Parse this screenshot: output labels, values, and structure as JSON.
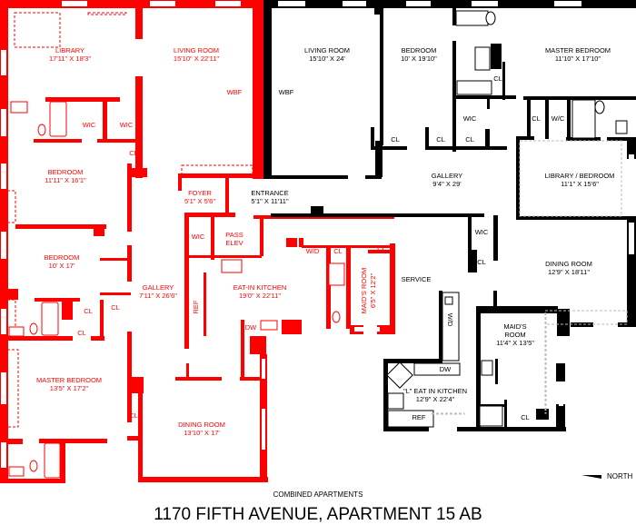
{
  "plan": {
    "subtitle": "COMBINED APARTMENTS",
    "title": "1170 FIFTH AVENUE,  APARTMENT 15 AB",
    "north_label": "NORTH",
    "colors": {
      "apartment_a": "#ff0000",
      "apartment_b": "#000000"
    }
  },
  "apartment_a": {
    "library": {
      "name": "LIBRARY",
      "size": "17'11\" X 18'3\""
    },
    "living_room": {
      "name": "LIVING ROOM",
      "size": "15'10\" X 22'11\""
    },
    "wbf": "WBF",
    "wic1": "WIC",
    "wic2": "WIC",
    "cl_hall": "CL",
    "bedroom1": {
      "name": "BEDROOM",
      "size": "11'11\" X 16'1\""
    },
    "foyer": {
      "name": "FOYER",
      "size": "5'1\" X 5'6\""
    },
    "wic3": "WIC",
    "pass_elev": {
      "line1": "PASS",
      "line2": "ELEV"
    },
    "bedroom2": {
      "name": "BEDROOM",
      "size": "10' X 17'"
    },
    "gallery": {
      "name": "GALLERY",
      "size": "7'11\" X 26'6\""
    },
    "kitchen": {
      "name": "EAT-IN KITCHEN",
      "size": "19'0\" X 22'11\""
    },
    "ref": "REF",
    "cl1": "CL",
    "cl2": "CL",
    "cl3": "CL",
    "wd": "W/D",
    "cl4": "CL",
    "cl5": "CL",
    "maids_room": {
      "name": "MAID'S ROOM",
      "size": "6'5\" X 12'2\""
    },
    "dw": "DW",
    "master_bedroom": {
      "name": "MASTER BEDROOM",
      "size": "13'5\" X 17'2\""
    },
    "cl6": "CL",
    "dining_room": {
      "name": "DINING ROOM",
      "size": "13'10\" X 17'"
    }
  },
  "apartment_b": {
    "entrance": {
      "name": "ENTRANCE",
      "size": "5'1\" X 11'11\""
    },
    "living_room": {
      "name": "LIVING ROOM",
      "size": "15'10\" X 24'"
    },
    "wbf": "WBF",
    "bedroom": {
      "name": "BEDROOM",
      "size": "10' X 19'10\""
    },
    "cl_bath": "CL",
    "master_bedroom": {
      "name": "MASTER BEDROOM",
      "size": "11'10\" X 17'10\""
    },
    "wic1": "WIC",
    "cl1": "CL",
    "cl2": "CL",
    "cl3": "CL",
    "cl4": "CL",
    "wc": "W/C",
    "gallery": {
      "name": "GALLERY",
      "size": "9'4\" X 29'"
    },
    "library_bedroom": {
      "name": "LIBRARY / BEDROOM",
      "size": "11'1\" X 15'6\""
    },
    "wic2": "WIC",
    "cl5": "CL",
    "dining_room": {
      "name": "DINING ROOM",
      "size": "12'9\" X 18'11\""
    },
    "service": "SERVICE",
    "wd": "W/D",
    "dw": "DW",
    "maids_room": {
      "line1": "MAID'S",
      "line2": "ROOM",
      "size": "11'4\" X 13'5\""
    },
    "kitchen": {
      "name": "\"L\" EAT IN KITCHEN",
      "size": "12'9\" X 22'4\""
    },
    "ref": "REF",
    "cl6": "CL"
  }
}
